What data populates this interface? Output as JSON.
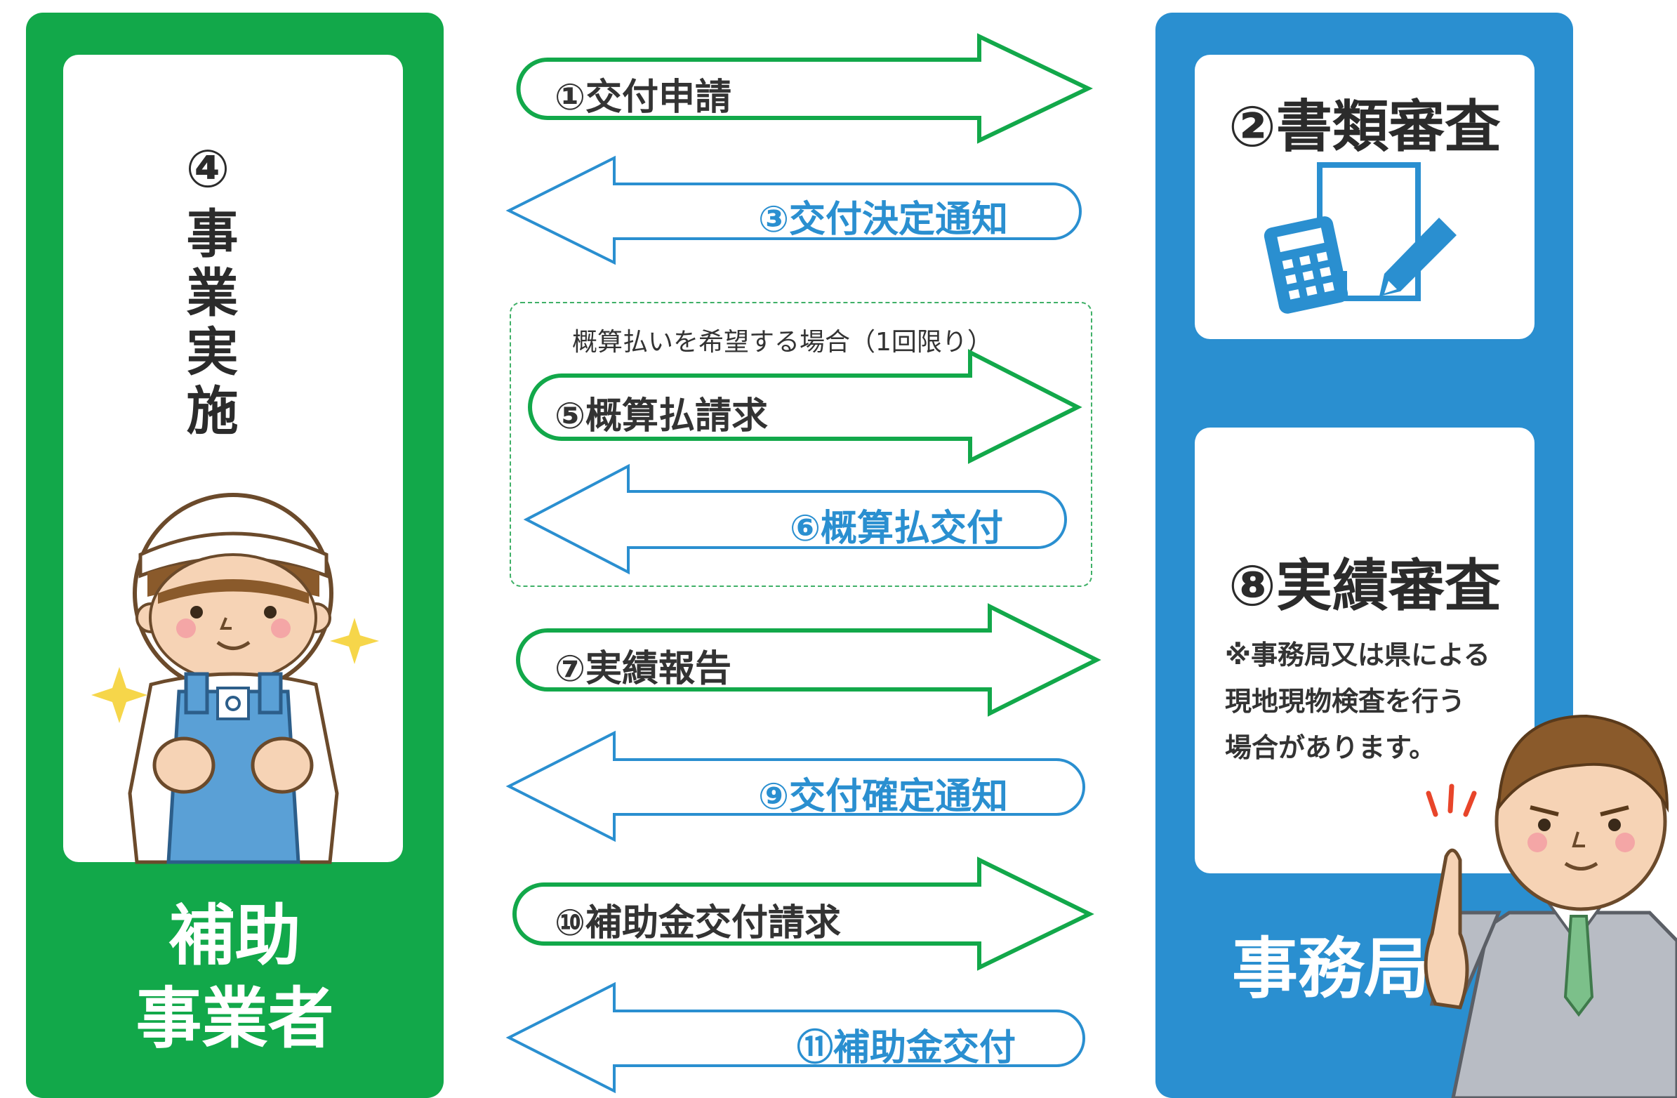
{
  "colors": {
    "green": "#12a84a",
    "blue": "#2a8fd0",
    "text": "#2b2b2b"
  },
  "left_panel": {
    "vertical_title": "④事業実施",
    "label_line1": "補助",
    "label_line2": "事業者"
  },
  "right_panel": {
    "card1_title": "②書類審査",
    "card2_title": "⑧実績審査",
    "card2_note_line1": "※事務局又は県による",
    "card2_note_line2": "現地現物検査を行う",
    "card2_note_line3": "場合があります。",
    "label": "事務局"
  },
  "optional_group": {
    "caption": "概算払いを希望する場合（1回限り）"
  },
  "arrows": [
    {
      "label": "①交付申請",
      "direction": "right",
      "color": "green"
    },
    {
      "label": "③交付決定通知",
      "direction": "left",
      "color": "blue"
    },
    {
      "label": "⑤概算払請求",
      "direction": "right",
      "color": "green"
    },
    {
      "label": "⑥概算払交付",
      "direction": "left",
      "color": "blue"
    },
    {
      "label": "⑦実績報告",
      "direction": "right",
      "color": "green"
    },
    {
      "label": "⑨交付確定通知",
      "direction": "left",
      "color": "blue"
    },
    {
      "label": "⑩補助金交付請求",
      "direction": "right",
      "color": "green"
    },
    {
      "label": "⑪補助金交付",
      "direction": "left",
      "color": "blue"
    }
  ],
  "icons": {
    "document_check": "calculator-document-pencil-icon",
    "worker": "worker-character",
    "staff": "office-staff-character"
  }
}
